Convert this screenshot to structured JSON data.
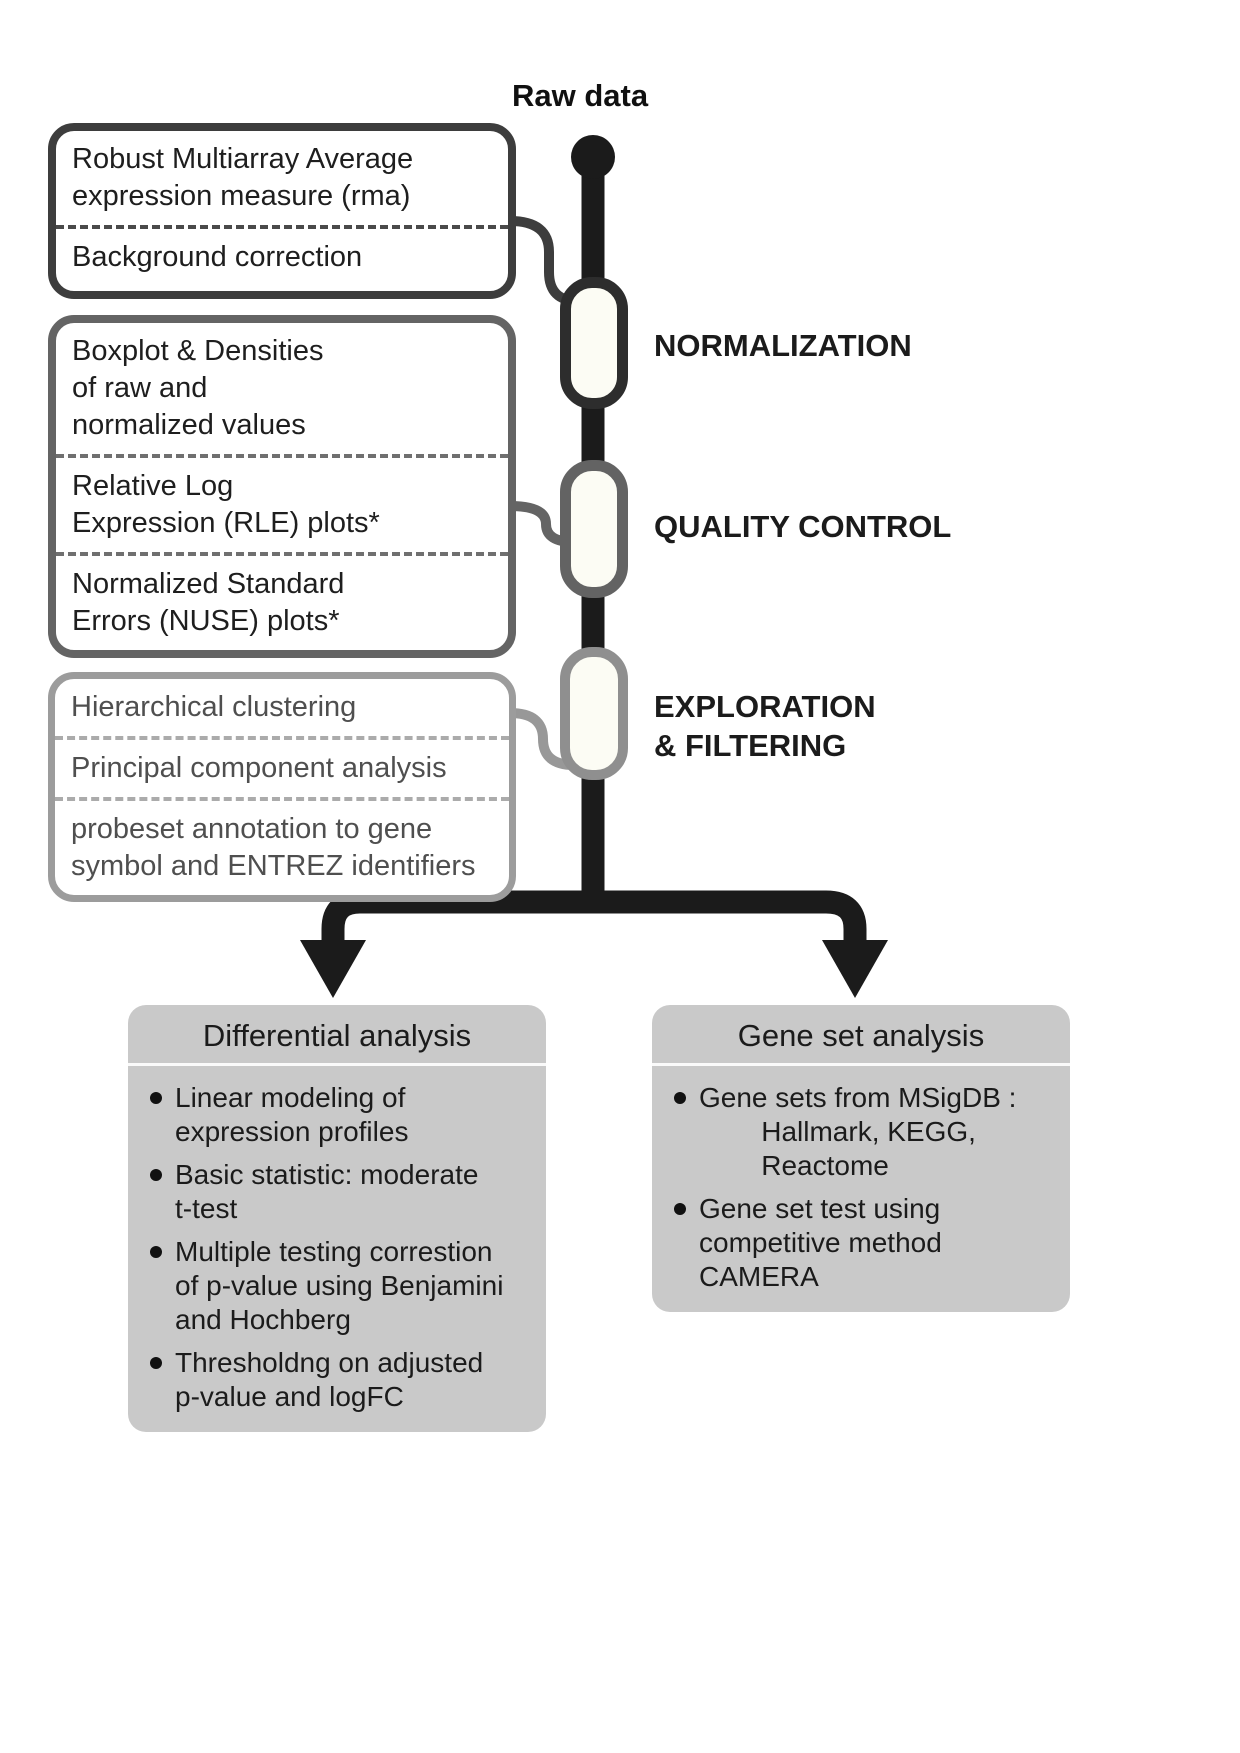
{
  "title": "Raw data",
  "stages": {
    "normalization": "NORMALIZATION",
    "quality_control": "QUALITY CONTROL",
    "exploration": "EXPLORATION\n& FILTERING"
  },
  "process_boxes": {
    "normalization": {
      "rows": [
        "Robust Multiarray Average\nexpression measure (rma)",
        "Background correction"
      ]
    },
    "quality_control": {
      "rows": [
        "Boxplot & Densities\nof raw and\nnormalized values",
        "Relative Log\nExpression (RLE) plots*",
        "Normalized Standard\nErrors (NUSE) plots*"
      ]
    },
    "exploration": {
      "rows": [
        "Hierarchical clustering",
        "Principal component analysis",
        "probeset annotation to gene\nsymbol and ENTREZ identifiers"
      ]
    }
  },
  "results": {
    "differential": {
      "title": "Differential analysis",
      "bullets": [
        "Linear modeling of\nexpression profiles",
        "Basic statistic: moderate\nt-test",
        "Multiple testing correstion\nof p-value using Benjamini\nand Hochberg",
        "Thresholdng on adjusted\np-value and logFC"
      ]
    },
    "gene_set": {
      "title": "Gene set analysis",
      "bullets": [
        "Gene sets from MSigDB :\n        Hallmark, KEGG,\n        Reactome",
        "Gene set test using\ncompetitive method\nCAMERA"
      ]
    }
  },
  "colors": {
    "flow_line": "#1b1b1b",
    "box_dark_border": "#3d3d3d",
    "box_medium_border": "#646464",
    "box_light_border": "#9c9c9c",
    "result_box_fill": "#c9c9c9",
    "pill_fill": "#fcfcf4"
  }
}
